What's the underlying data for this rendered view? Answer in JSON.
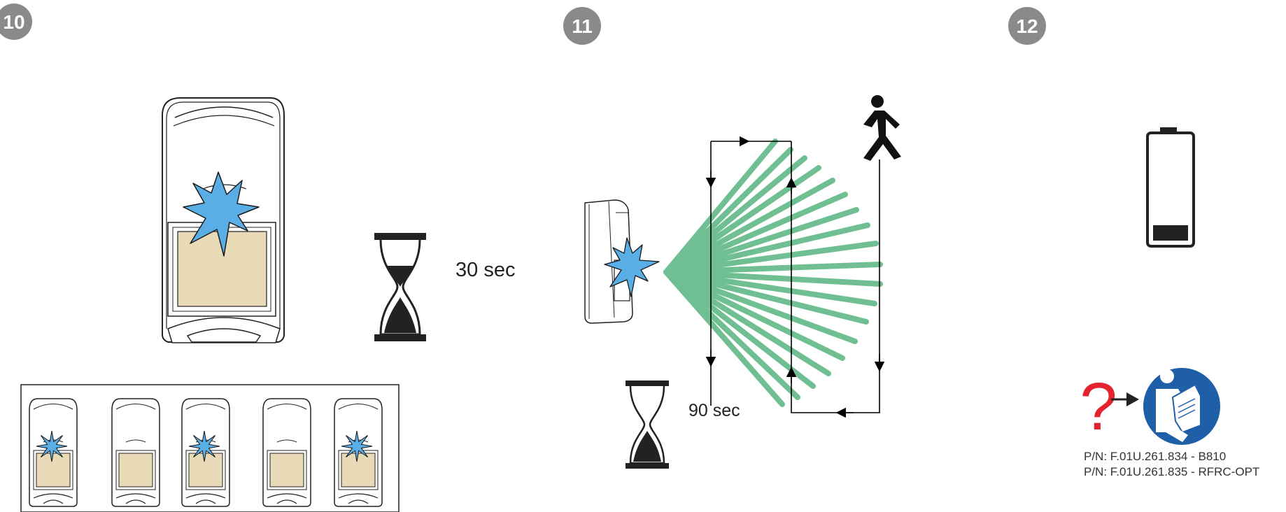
{
  "steps": [
    {
      "number": "10"
    },
    {
      "number": "11"
    },
    {
      "number": "12"
    }
  ],
  "step10": {
    "wait_label": "30 sec",
    "sequence_leds": [
      "on",
      "off",
      "on",
      "off",
      "on"
    ]
  },
  "step11": {
    "wait_label": "90 sec"
  },
  "step12": {
    "help_symbol": "?",
    "part_numbers": [
      "P/N: F.01U.261.834 - B810",
      "P/N: F.01U.261.835 - RFRC-OPT"
    ]
  },
  "colors": {
    "step_badge": "#8a8a8a",
    "led_flash": "#5aaee6",
    "lens": "#e8dab7",
    "beam": "#6fbf92",
    "help_question": "#e5232e",
    "manual_icon": "#1f5fa8"
  },
  "icons": [
    "flash-icon",
    "hourglass-icon",
    "walking-person-icon",
    "battery-low-icon",
    "question-icon",
    "read-manual-icon"
  ]
}
